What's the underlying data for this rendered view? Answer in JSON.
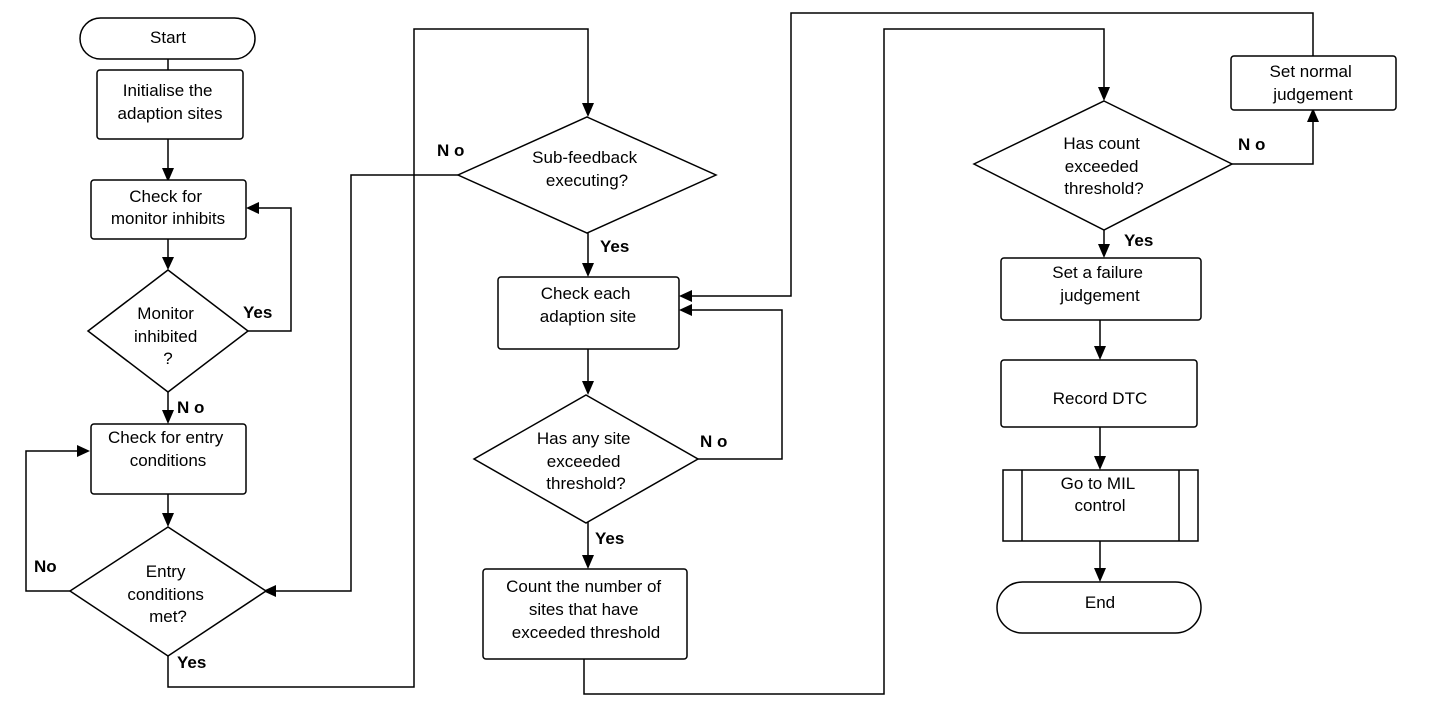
{
  "nodes": {
    "start": {
      "lines": [
        "Start"
      ]
    },
    "init_sites": {
      "lines": [
        "Initialise the",
        "adaption sites"
      ]
    },
    "check_inhibits": {
      "lines": [
        "Check for",
        "monitor inhibits"
      ]
    },
    "monitor_inhibited": {
      "lines": [
        "Monitor",
        "inhibited",
        "?"
      ]
    },
    "check_entry": {
      "lines": [
        "Check for entry",
        "conditions"
      ]
    },
    "entry_met": {
      "lines": [
        "Entry",
        "conditions",
        "met?"
      ]
    },
    "subfeedback": {
      "lines": [
        "Sub-feedback",
        "executing?"
      ]
    },
    "check_each_site": {
      "lines": [
        "Check each",
        "adaption site"
      ]
    },
    "any_site_exceeded": {
      "lines": [
        "Has any site",
        "exceeded",
        "threshold?"
      ]
    },
    "count_sites": {
      "lines": [
        "Count the number of",
        "sites that have",
        "exceeded threshold"
      ]
    },
    "count_exceeded": {
      "lines": [
        "Has count",
        "exceeded",
        "threshold?"
      ]
    },
    "set_normal": {
      "lines": [
        "Set normal",
        "judgement"
      ]
    },
    "set_failure": {
      "lines": [
        "Set a failure",
        "judgement"
      ]
    },
    "record_dtc": {
      "lines": [
        "Record DTC"
      ]
    },
    "go_mil": {
      "lines": [
        "Go to MIL",
        "control"
      ]
    },
    "end": {
      "lines": [
        "End"
      ]
    }
  },
  "edge_labels": {
    "inhibited_yes": "Yes",
    "inhibited_no": "N o",
    "entry_no": "No",
    "entry_yes": "Yes",
    "subfeedback_no": "N o",
    "subfeedback_yes": "Yes",
    "site_no": "N o",
    "site_yes": "Yes",
    "count_yes": "Yes",
    "count_no": "N o"
  }
}
